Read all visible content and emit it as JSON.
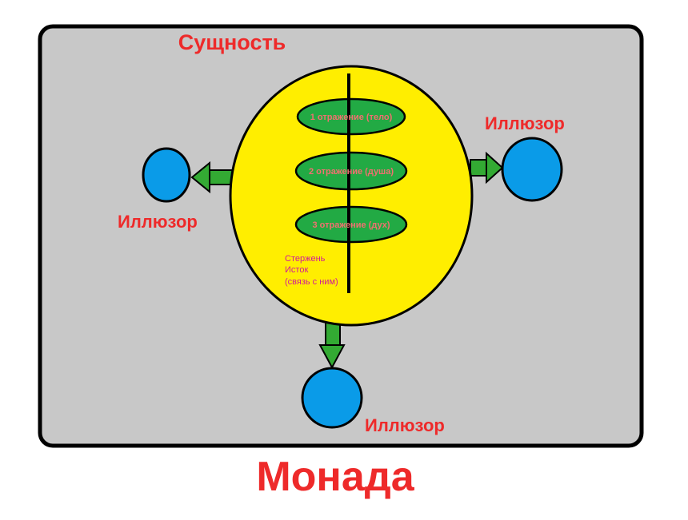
{
  "diagram": {
    "essence_label": "Сущность",
    "title": "Монада",
    "illusor_label": "Иллюзор",
    "reflections": [
      "1 отражение (тело)",
      "2 отражение (душа)",
      "3 отражение (дух)"
    ],
    "core_lines": [
      "Стержень",
      "Исток",
      "(связь с ним)"
    ],
    "colors": {
      "frame_fill": "#c8c8c8",
      "frame_stroke": "#000000",
      "essence_fill": "#ffee00",
      "reflection_fill": "#22aa44",
      "illusor_fill": "#0a9be8",
      "arrow_fill": "#33aa33",
      "label_red": "#ee2a2a",
      "label_magenta": "#d01a9a"
    }
  }
}
